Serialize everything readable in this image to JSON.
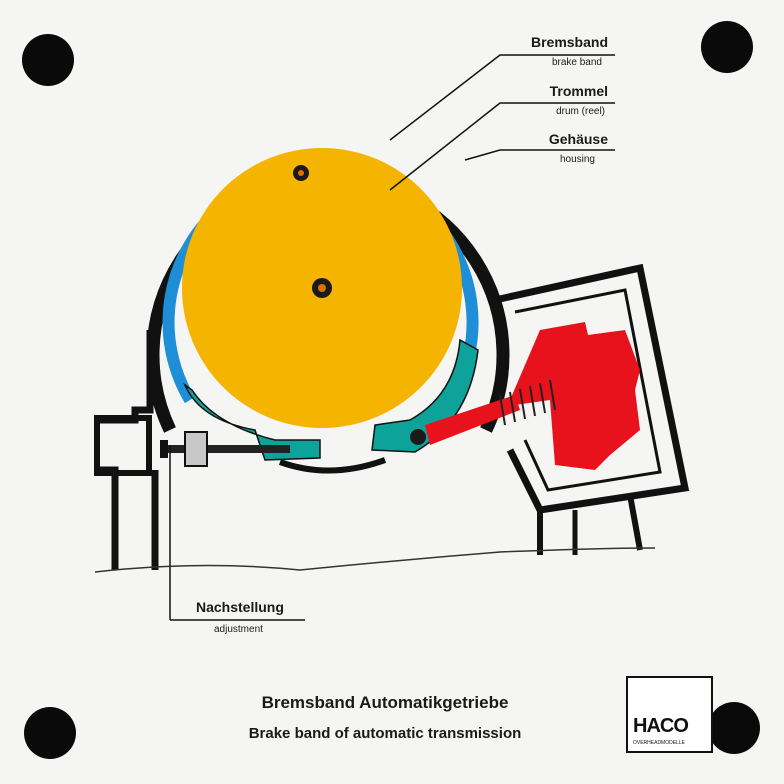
{
  "labels": {
    "brake_band_de": "Bremsband",
    "brake_band_en": "brake band",
    "drum_de": "Trommel",
    "drum_en": "drum (reel)",
    "housing_de": "Gehäuse",
    "housing_en": "housing",
    "adjustment_de": "Nachstellung",
    "adjustment_en": "adjustment"
  },
  "title": {
    "de": "Bremsband Automatikgetriebe",
    "en": "Brake band of automatic transmission"
  },
  "logo": {
    "name": "HACO",
    "subtitle": "OVERHEADMODELLE"
  },
  "colors": {
    "drum": "#f4b400",
    "brake_band": "#1e8fd6",
    "lining": "#0ea39a",
    "piston": "#e8121c",
    "outline": "#111111"
  }
}
